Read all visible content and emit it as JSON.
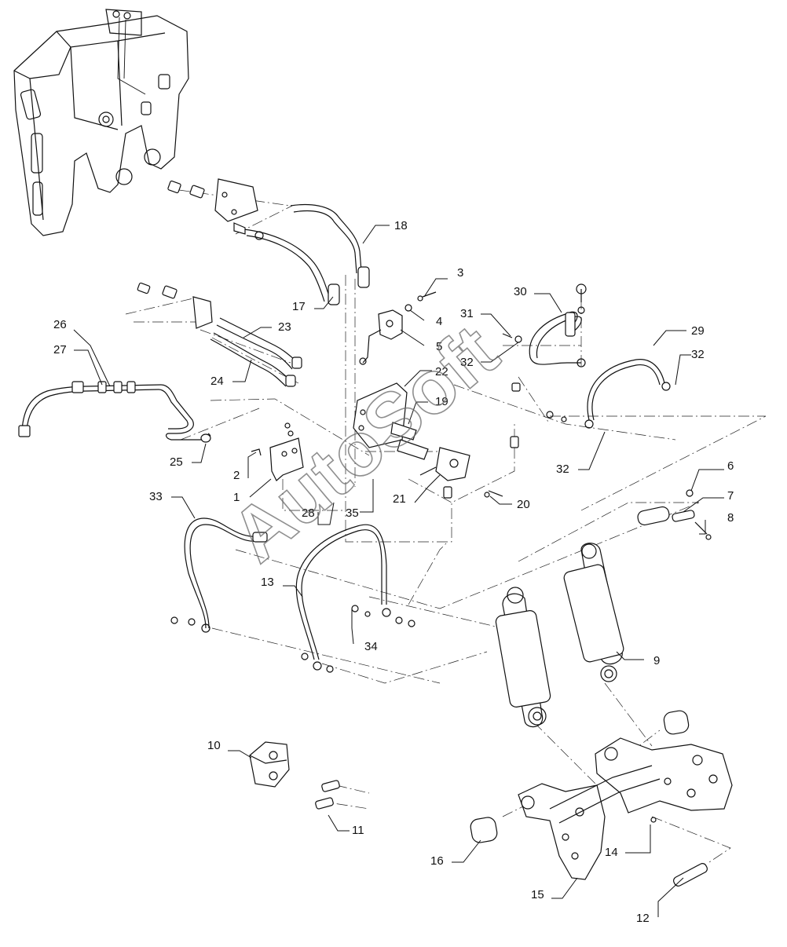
{
  "diagram": {
    "watermark": "AutoSoft",
    "callouts": [
      "1",
      "2",
      "3",
      "4",
      "5",
      "6",
      "7",
      "8",
      "9",
      "10",
      "11",
      "12",
      "13",
      "14",
      "15",
      "16",
      "17",
      "18",
      "19",
      "20",
      "21",
      "22",
      "23",
      "24",
      "25",
      "26",
      "27",
      "28",
      "29",
      "30",
      "31",
      "32",
      "32",
      "32",
      "33",
      "34",
      "35"
    ]
  }
}
